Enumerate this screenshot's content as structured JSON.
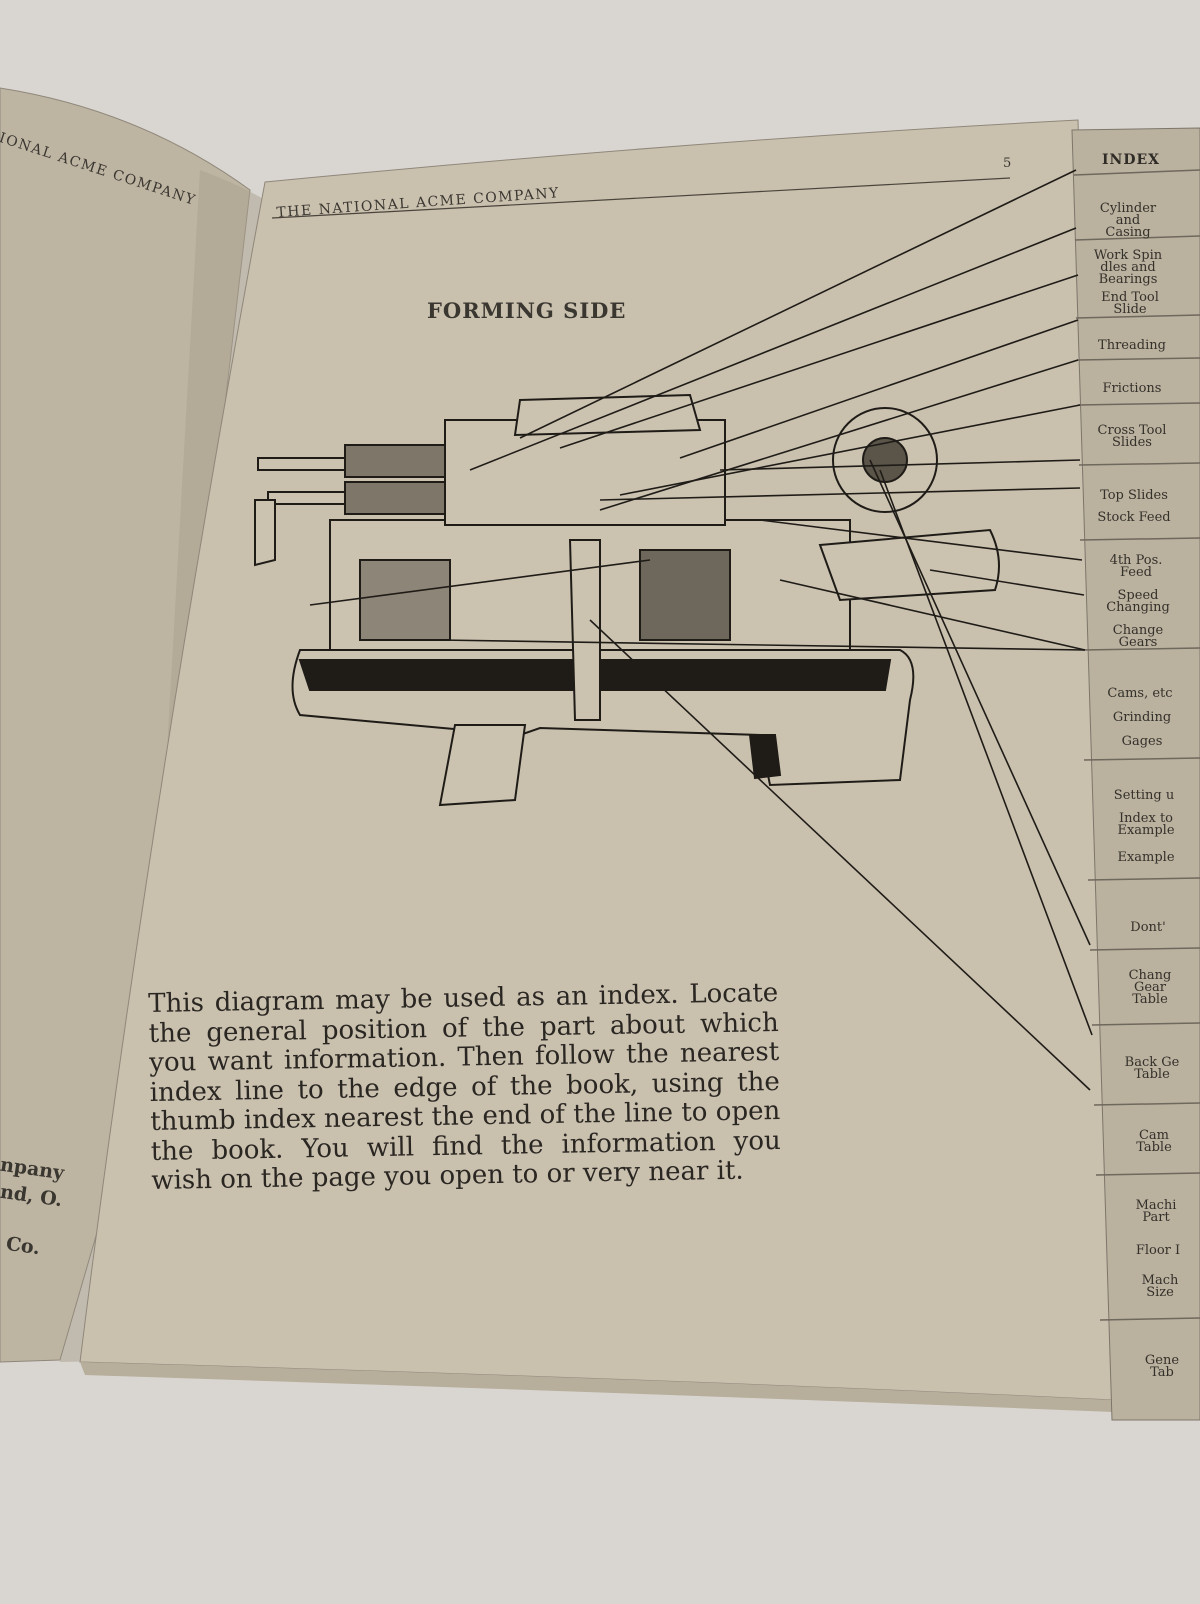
{
  "left_page": {
    "running_head": "IONAL ACME COMPANY",
    "margin_fragments": [
      "npany",
      "nd, O.",
      "Co."
    ]
  },
  "right_page": {
    "running_head": "THE NATIONAL ACME COMPANY",
    "page_number": "5",
    "title": "FORMING SIDE",
    "instructions": "This diagram may be used as an index. Locate the general position of the part about which you want information. Then follow the nearest index line to the edge of the book, using the thumb index nearest the end of the line to open the book. You will find the information you wish on the page you open to or very near it."
  },
  "thumb_index": {
    "title": "INDEX",
    "tabs": [
      "Cylinder\nand\nCasing",
      "Work Spin\ndles and\nBearings",
      "End Tool\nSlide",
      "Threading",
      "Frictions",
      "Cross Tool\nSlides",
      "Top Slides",
      "Stock Feed",
      "4th Pos.\nFeed",
      "Speed\nChanging",
      "Change\nGears",
      "Cams, etc",
      "Grinding",
      "Gages",
      "Setting u",
      "Index to\nExample",
      "Example",
      "Dont'",
      "Chang\nGear\nTable",
      "Back Ge\nTable",
      "Cam\nTable",
      "Machi\nPart",
      "Floor I",
      "Mach\nSize",
      "Gene\nTab"
    ]
  },
  "colors": {
    "background": "#d9d6d1",
    "paper": "#c9c0ae",
    "ink": "#2a2622"
  }
}
